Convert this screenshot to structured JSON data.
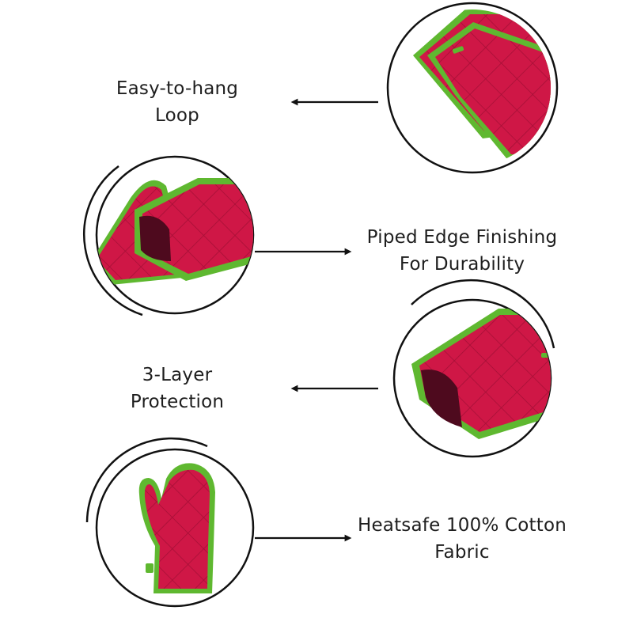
{
  "colors": {
    "fabric": "#cf1746",
    "fabric_dark": "#a50f36",
    "piping": "#5fb830",
    "ring": "#111111",
    "text": "#1e1e1e"
  },
  "features": [
    {
      "line1": "Easy-to-hang",
      "line2": "Loop",
      "arrow_direction": "left",
      "image_side": "right",
      "detail": "hanging-loop-corner"
    },
    {
      "line1": "Piped Edge Finishing",
      "line2": "For Durability",
      "arrow_direction": "right",
      "image_side": "left",
      "detail": "mitt-cuff-edge"
    },
    {
      "line1": "3-Layer",
      "line2": "Protection",
      "arrow_direction": "left",
      "image_side": "right",
      "detail": "mitt-cuff-opening"
    },
    {
      "line1": "Heatsafe 100% Cotton",
      "line2": "Fabric",
      "arrow_direction": "right",
      "image_side": "left",
      "detail": "full-oven-mitt"
    }
  ]
}
